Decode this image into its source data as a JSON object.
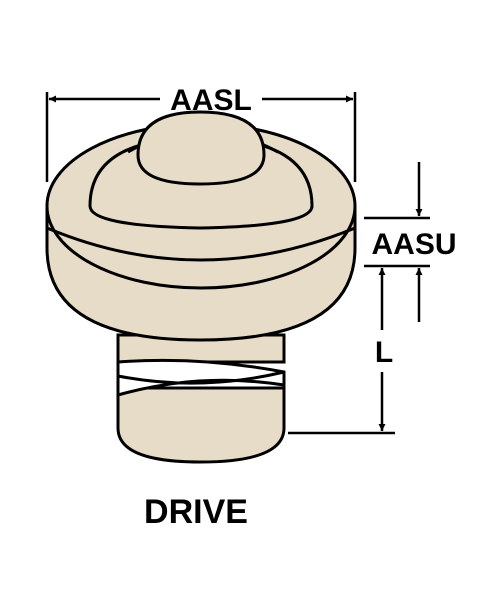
{
  "diagram": {
    "labels": {
      "top_width": "AASL",
      "head_height": "AASU",
      "length": "L"
    },
    "caption": "DRIVE",
    "colors": {
      "ink": "#000000",
      "fill": "#e7dcc8",
      "background": "#ffffff"
    }
  }
}
